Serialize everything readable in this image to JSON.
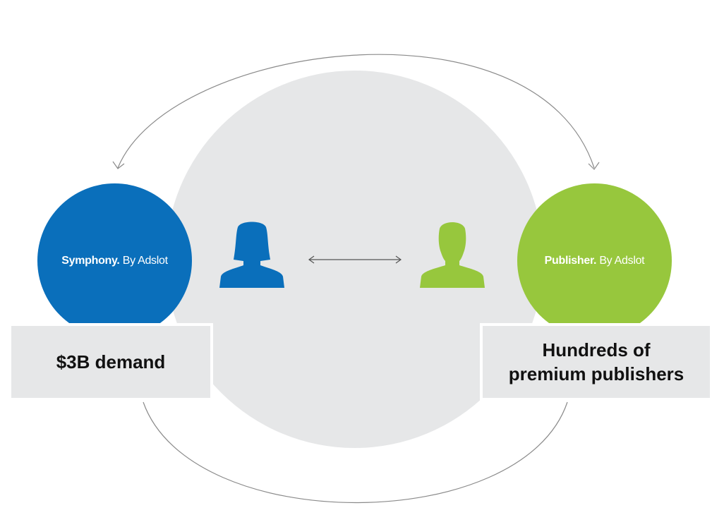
{
  "colors": {
    "demand": "#0a6fbb",
    "supply": "#97c73d",
    "hub": "#e6e7e8",
    "connector": "#777777"
  },
  "left_node": {
    "brand_name": "Symphony.",
    "brand_suffix": "By Adslot",
    "label": "$3B demand"
  },
  "right_node": {
    "brand_name": "Publisher.",
    "brand_suffix": "By Adslot",
    "label": "Hundreds of premium publishers"
  },
  "icons": {
    "left_person": "female-person-icon",
    "right_person": "male-person-icon",
    "link": "double-arrow-icon"
  }
}
